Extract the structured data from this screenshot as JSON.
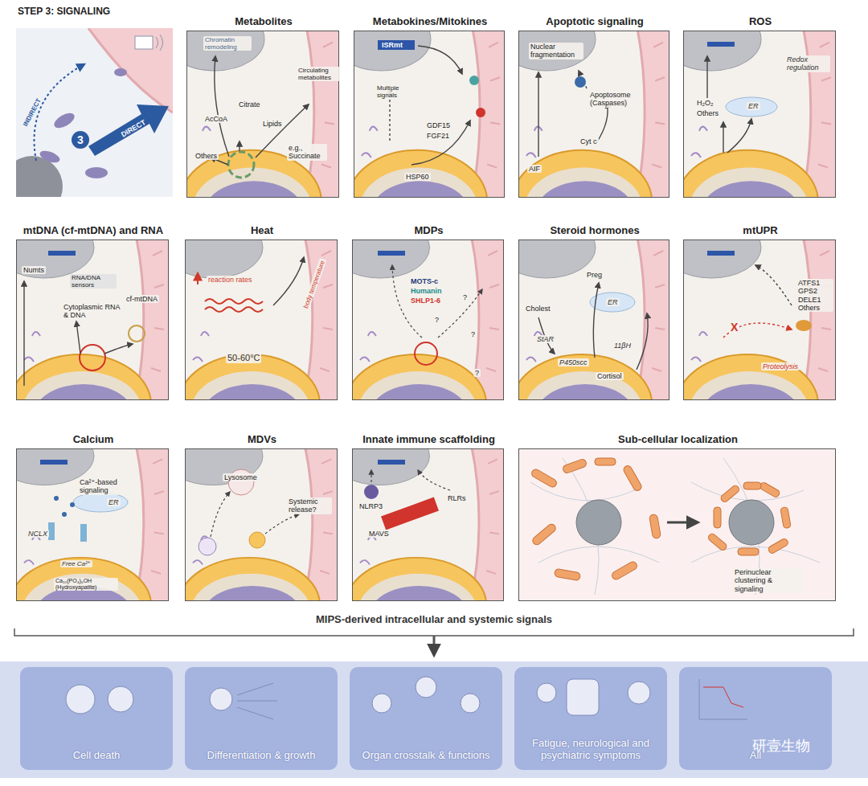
{
  "diagram": {
    "title": "STEP 3: SIGNALING",
    "nodes": [
      {
        "text": [
          "Metabolites",
          "Chromatin remodeling",
          "Circulating metabolites",
          "Citrate",
          "AcCoA",
          "Lipids",
          "Others",
          "e.g., Succinate"
        ]
      },
      {
        "text": [
          "Metabokines/Mitokines",
          "ISRmt",
          "Multiple signals",
          "GDF15",
          "FGF21",
          "HSP60"
        ]
      },
      {
        "text": [
          "Apoptotic signaling",
          "Nuclear fragmentation",
          "Apoptosome (Caspases)",
          "Cyt c",
          "AIF"
        ]
      },
      {
        "text": [
          "ROS",
          "Redox regulation",
          "H₂O₂",
          "Others",
          "ER"
        ]
      },
      {
        "text": [
          "mtDNA (cf-mtDNA) and RNA",
          "Numts",
          "RNA/DNA sensors",
          "Cytoplasmic RNA & DNA",
          "cf-mtDNA"
        ]
      },
      {
        "text": [
          "Heat",
          "reaction rates",
          "body temperature",
          "50-60°C"
        ]
      },
      {
        "text": [
          "MDPs",
          "MOTS-c",
          "Humanin",
          "SHLP1-6",
          "?",
          "?",
          "?",
          "?"
        ]
      },
      {
        "text": [
          "Steroid hormones",
          "Preg",
          "Cholest",
          "ER",
          "StAR",
          "P450scc",
          "11βH",
          "Cortisol"
        ]
      },
      {
        "text": [
          "mtUPR",
          "ATFS1 GPS2 DELE1 Others",
          "X",
          "Proteolysis"
        ]
      },
      {
        "text": [
          "Calcium",
          "Ca²⁺-based signaling",
          "ER",
          "NCLX",
          "Free Ca²⁺",
          "Ca₁₀(PO₄)₆OH (Hydroxyapatite)"
        ]
      },
      {
        "text": [
          "MDVs",
          "Lysosome",
          "Systemic release?"
        ]
      },
      {
        "text": [
          "Innate immune scaffolding",
          "NLRP3",
          "RLRs",
          "MAVS"
        ]
      },
      {
        "text": [
          "Sub-cellular localization",
          "Perinuclear clustering & signaling"
        ]
      },
      {
        "text": [
          "Cell death"
        ]
      },
      {
        "text": [
          "Differentiation & growth"
        ]
      },
      {
        "text": [
          "Organ crosstalk & functions"
        ]
      },
      {
        "text": [
          "Fatigue, neurological and psychiatric symptoms"
        ]
      },
      {
        "text": [
          "All"
        ]
      }
    ],
    "labels": [
      "3",
      "INDIRECT",
      "DIRECT",
      "MIPS-derived intracellular and systemic signals",
      "研壹生物"
    ]
  }
}
